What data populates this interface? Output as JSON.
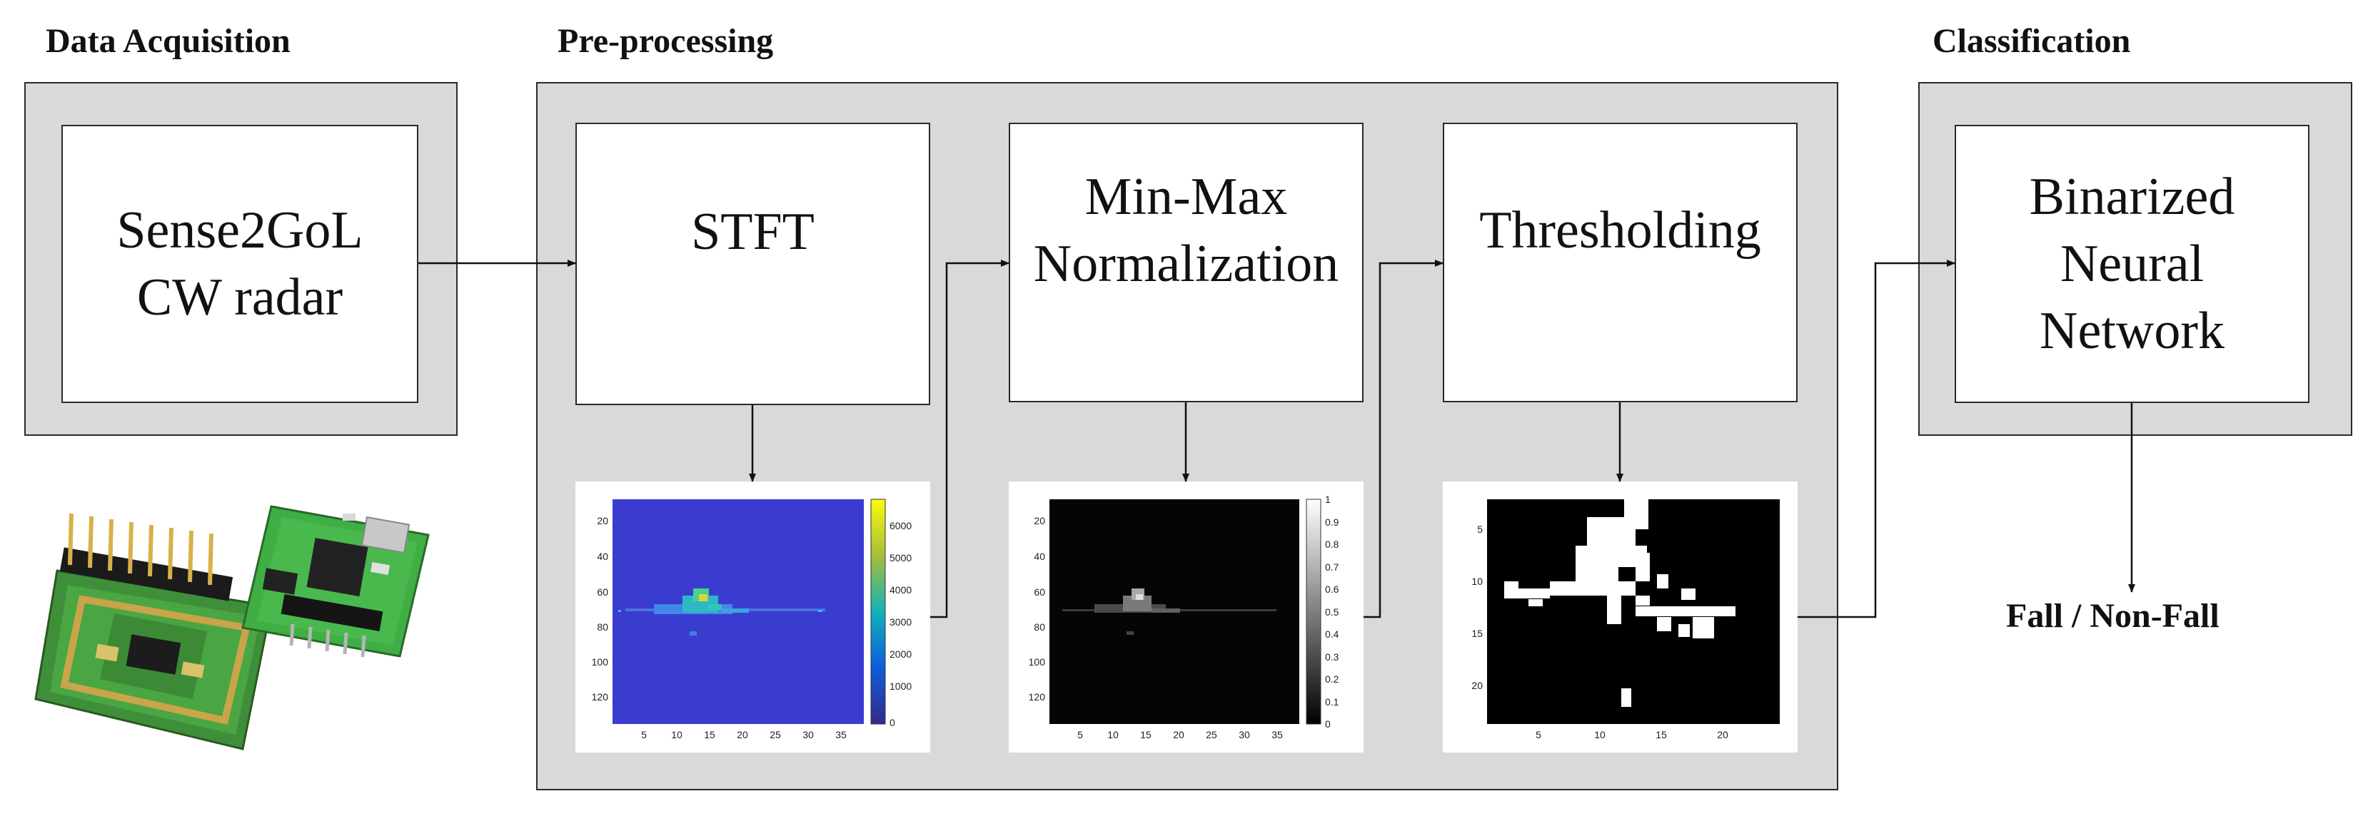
{
  "stages": {
    "acquisition": {
      "heading": "Data Acquisition",
      "box": [
        "Sense2GoL",
        "CW radar"
      ],
      "device_image": "radar-board-photo"
    },
    "preprocessing": {
      "heading": "Pre-processing",
      "steps": [
        {
          "label": [
            "STFT"
          ]
        },
        {
          "label": [
            "Min-Max",
            "Normalization"
          ]
        },
        {
          "label": [
            "Thresholding"
          ]
        }
      ]
    },
    "classification": {
      "heading": "Classification",
      "box": [
        "Binarized",
        "Neural",
        "Network"
      ],
      "output": "Fall / Non-Fall"
    }
  },
  "plots": {
    "stft": {
      "y_ticks": [
        "20",
        "40",
        "60",
        "80",
        "100",
        "120"
      ],
      "x_ticks": [
        "5",
        "10",
        "15",
        "20",
        "25",
        "30",
        "35"
      ],
      "colorbar_ticks": [
        "6000",
        "5000",
        "4000",
        "3000",
        "2000",
        "1000",
        "0"
      ],
      "colormap": "parula"
    },
    "normalized": {
      "y_ticks": [
        "20",
        "40",
        "60",
        "80",
        "100",
        "120"
      ],
      "x_ticks": [
        "5",
        "10",
        "15",
        "20",
        "25",
        "30",
        "35"
      ],
      "colorbar_ticks": [
        "1",
        "0.9",
        "0.8",
        "0.7",
        "0.6",
        "0.5",
        "0.4",
        "0.3",
        "0.2",
        "0.1",
        "0"
      ],
      "colormap": "gray"
    },
    "binary": {
      "y_ticks": [
        "5",
        "10",
        "15",
        "20"
      ],
      "x_ticks": [
        "5",
        "10",
        "15",
        "20"
      ],
      "colormap": "binary"
    }
  },
  "colors": {
    "panel_fill": "#d9d9d9",
    "border": "#2a2a2a",
    "stft_background": "#3a3ccf",
    "arrow": "#111111"
  }
}
